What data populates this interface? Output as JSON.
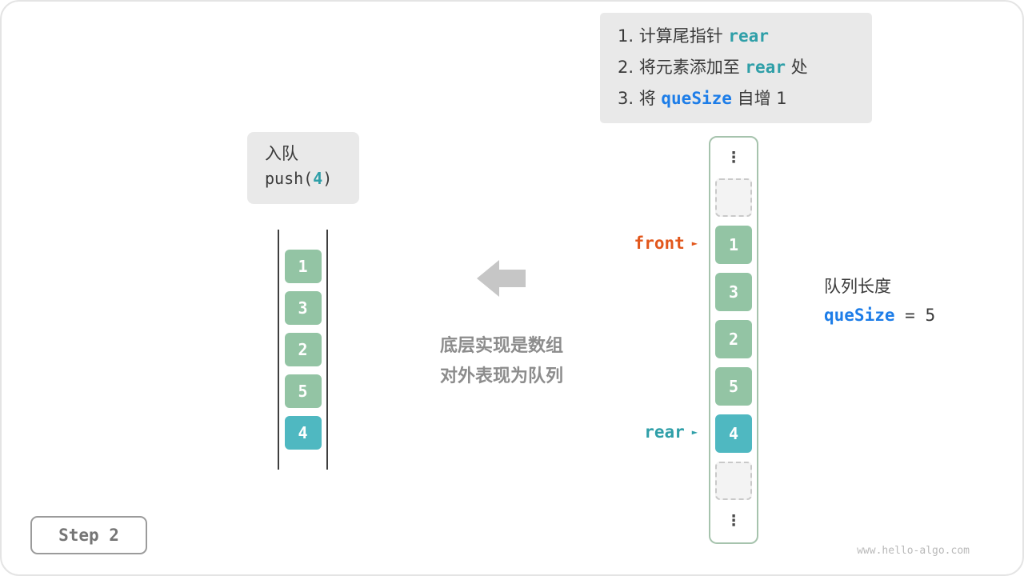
{
  "page": {
    "step_label": "Step 2",
    "watermark": "www.hello-algo.com"
  },
  "instructions": {
    "lines": [
      {
        "pre": "1. 计算尾指针 ",
        "code": "rear",
        "post": "",
        "accent": "teal"
      },
      {
        "pre": "2. 将元素添加至 ",
        "code": "rear",
        "post": " 处",
        "accent": "teal"
      },
      {
        "pre": "3. 将 ",
        "code": "queSize",
        "post": " 自增 1",
        "accent": "blue"
      }
    ]
  },
  "operation": {
    "title": "入队",
    "code_pre": "push(",
    "code_arg": "4",
    "code_post": ")"
  },
  "abstract_queue": {
    "items": [
      {
        "value": "1",
        "color": "green"
      },
      {
        "value": "3",
        "color": "green"
      },
      {
        "value": "2",
        "color": "green"
      },
      {
        "value": "5",
        "color": "green"
      },
      {
        "value": "4",
        "color": "teal"
      }
    ]
  },
  "center": {
    "caption_line1": "底层实现是数组",
    "caption_line2": "对外表现为队列"
  },
  "array": {
    "ellipsis_glyph": "⋮",
    "cells": [
      {
        "kind": "ellipsis"
      },
      {
        "kind": "empty"
      },
      {
        "kind": "filled",
        "value": "1",
        "color": "green",
        "pointer": "front"
      },
      {
        "kind": "filled",
        "value": "3",
        "color": "green"
      },
      {
        "kind": "filled",
        "value": "2",
        "color": "green"
      },
      {
        "kind": "filled",
        "value": "5",
        "color": "green"
      },
      {
        "kind": "filled",
        "value": "4",
        "color": "teal",
        "pointer": "rear"
      },
      {
        "kind": "empty"
      },
      {
        "kind": "ellipsis"
      }
    ],
    "pointers": {
      "front": {
        "label": "front",
        "arrow": "►",
        "color": "orange"
      },
      "rear": {
        "label": "rear",
        "arrow": "►",
        "color": "teal"
      }
    }
  },
  "queue_info": {
    "label": "队列长度",
    "var": "queSize",
    "rest": " = 5"
  },
  "colors": {
    "cell_green": "#93c4a4",
    "cell_teal": "#4fb8c1",
    "accent_teal": "#2f9fa8",
    "accent_blue": "#1d7de8",
    "front_orange": "#e2571c",
    "rear_teal": "#2f9fa8",
    "gray_box": "#e9e9e9",
    "caption_gray": "#8c8c8c",
    "arrow_gray": "#c6c6c6"
  }
}
